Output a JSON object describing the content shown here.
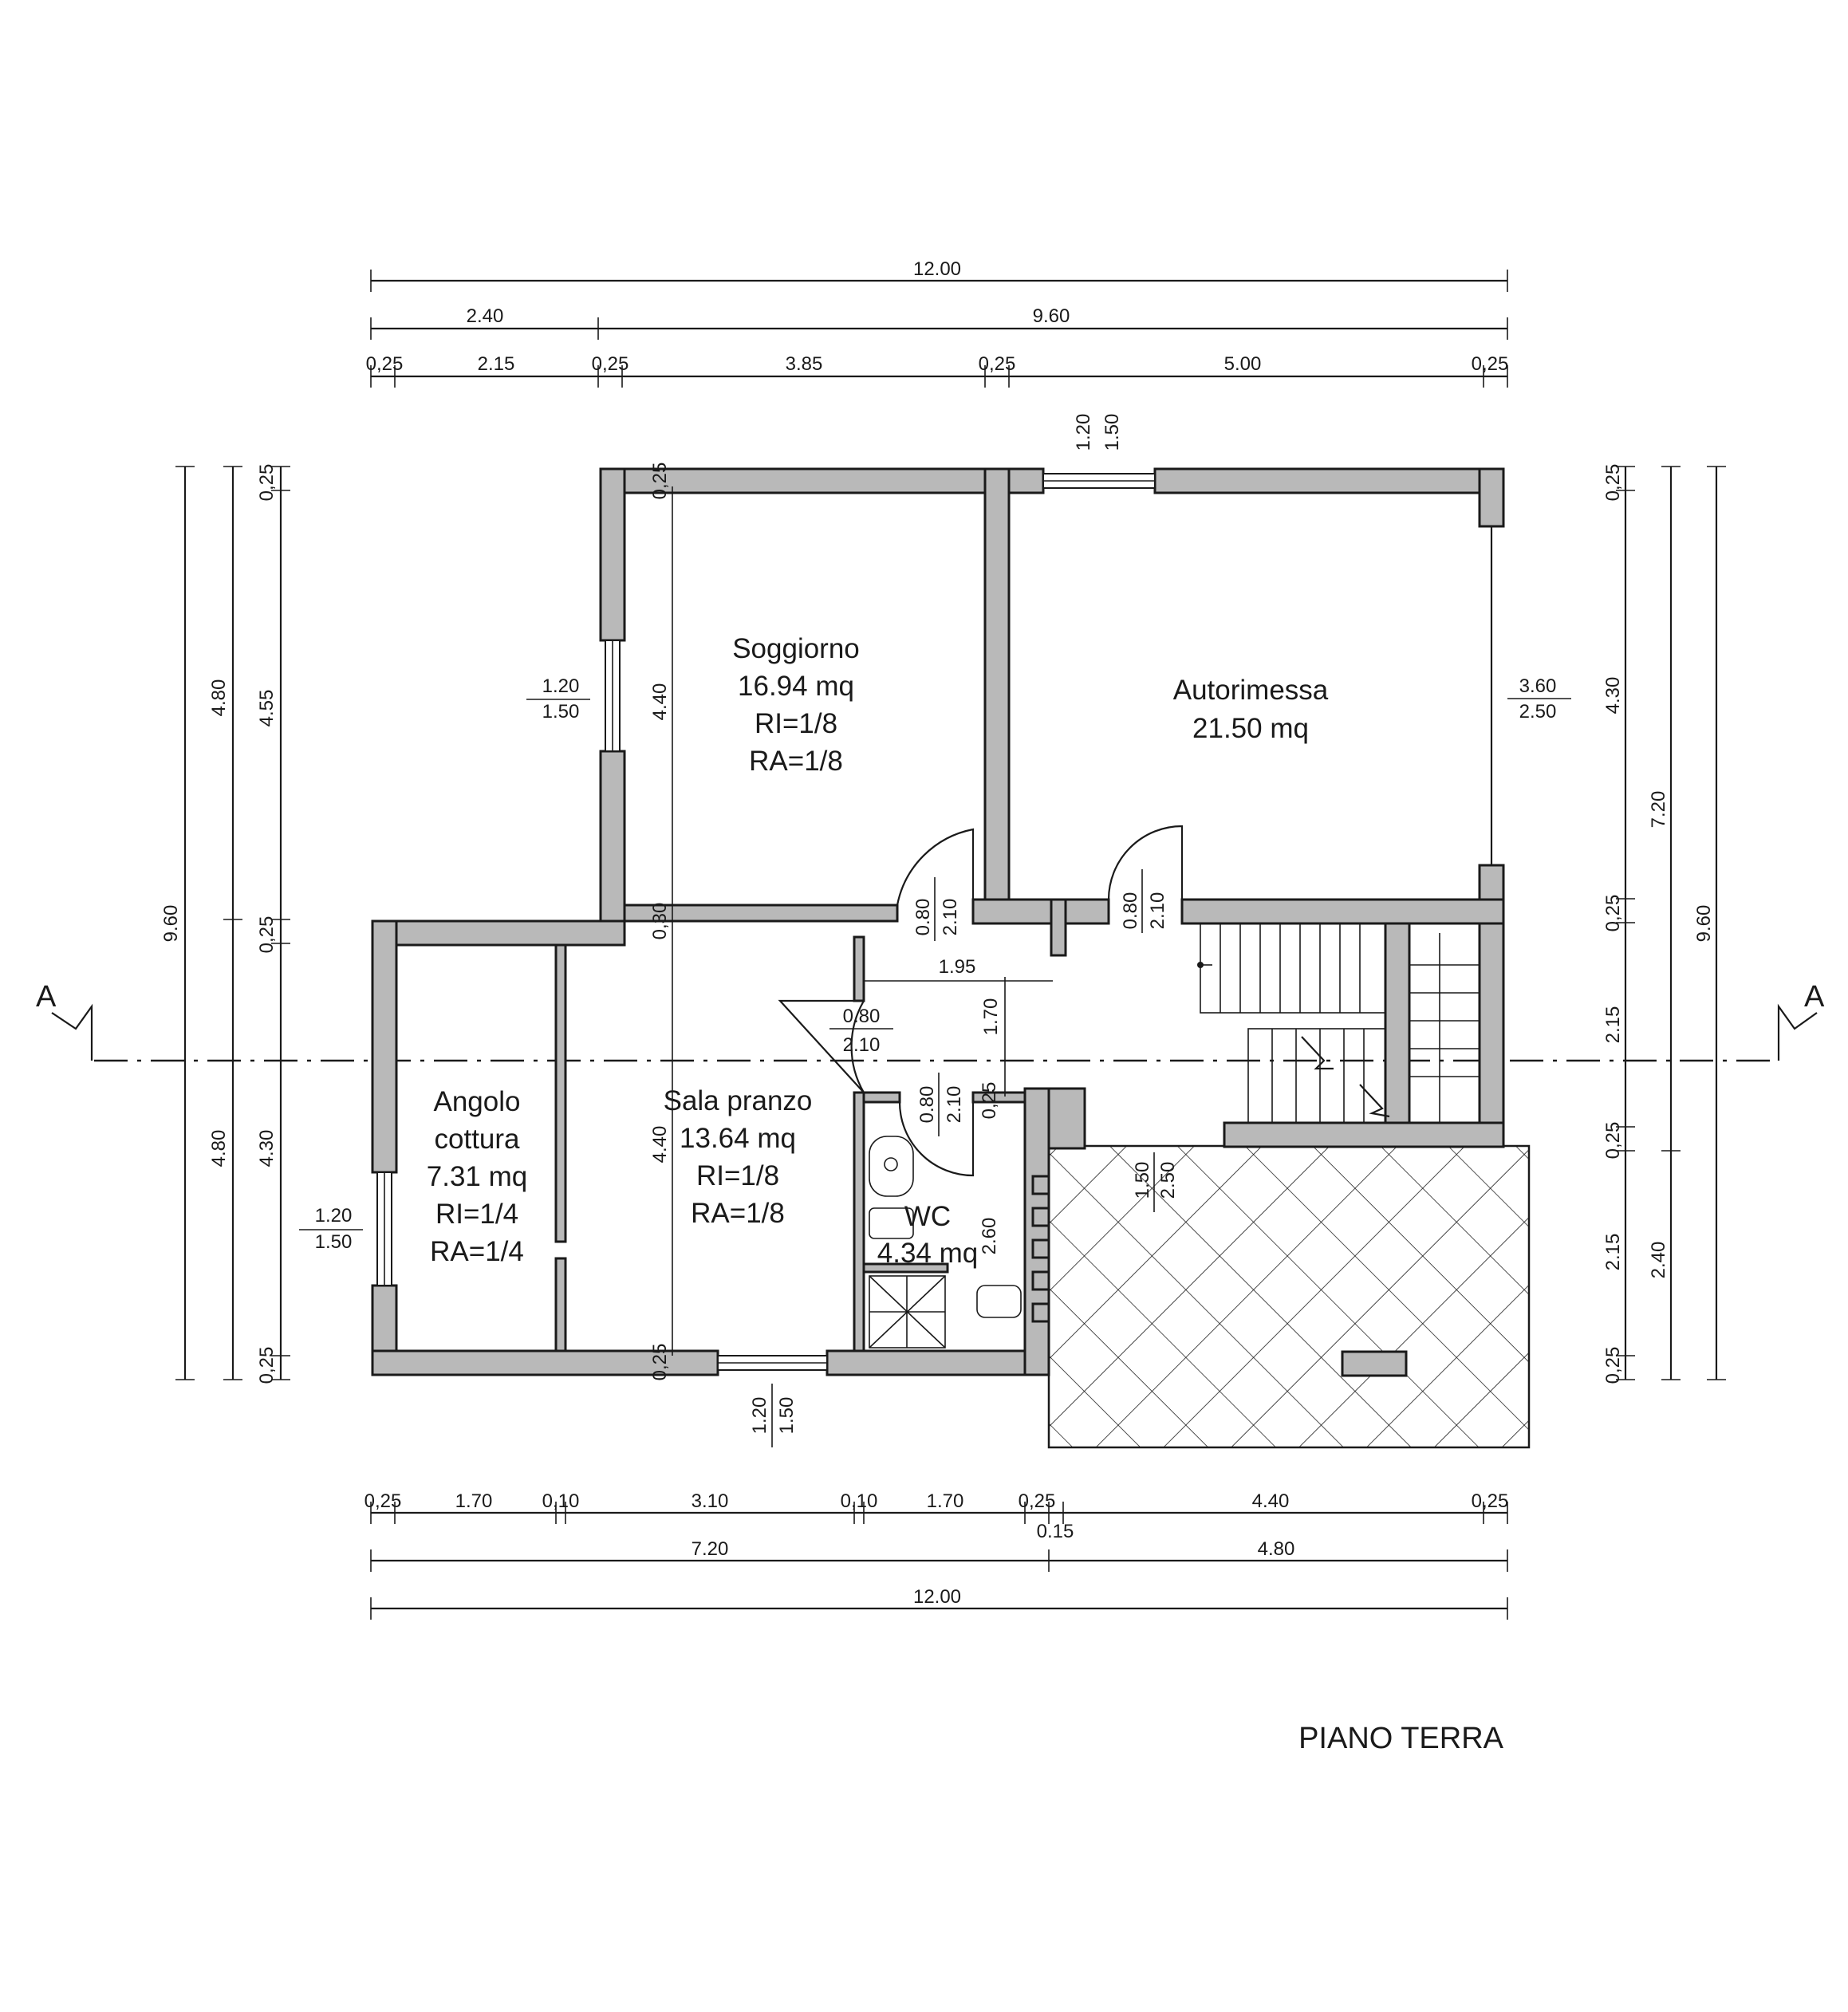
{
  "title": "PIANO TERRA",
  "section_mark": "A",
  "rooms": [
    {
      "name": "Soggiorno",
      "area": "16.94 mq",
      "ri": "RI=1/8",
      "ra": "RA=1/8"
    },
    {
      "name": "Autorimessa",
      "area": "21.50 mq"
    },
    {
      "name_line1": "Angolo",
      "name_line2": "cottura",
      "area": "7.31 mq",
      "ri": "RI=1/4",
      "ra": "RA=1/4"
    },
    {
      "name": "Sala pranzo",
      "area": "13.64 mq",
      "ri": "RI=1/8",
      "ra": "RA=1/8"
    },
    {
      "name": "WC",
      "area": "4.34 mq"
    }
  ],
  "dims": {
    "top_total": "12.00",
    "top_mid": [
      "2.40",
      "9.60"
    ],
    "top_detail": [
      "0,25",
      "2.15",
      "0,25",
      "3.85",
      "0,25",
      "5.00",
      "0,25"
    ],
    "bottom_detail": [
      "0,25",
      "1.70",
      "0,10",
      "3.10",
      "0,10",
      "1.70",
      "0,25",
      "4.40",
      "0,25"
    ],
    "bottom_extra": "0.15",
    "bottom_mid": [
      "7.20",
      "4.80"
    ],
    "bottom_total": "12.00",
    "left_outer": "9.60",
    "left_mid": [
      "4.80",
      "4.80"
    ],
    "left_inner": [
      "0,25",
      "4.55",
      "0,25",
      "4.30",
      "0,25"
    ],
    "right_outer": "9.60",
    "right_mid": [
      "7.20",
      "2.40"
    ],
    "right_inner": [
      "0,25",
      "4.30",
      "0,25",
      "2.15",
      "0,25",
      "2.15",
      "0,25"
    ],
    "interior_h": [
      "4.40",
      "4.40",
      "0,30",
      "0,25"
    ],
    "corridor_w": "1.95",
    "corridor_h": "1.70",
    "wc_h": "2.60",
    "terrace": [
      "1.50",
      "2.50"
    ]
  },
  "openings": {
    "win_top": [
      "1.20",
      "1.50"
    ],
    "win_left_upper": [
      "1.20",
      "1.50"
    ],
    "win_left_lower": [
      "1.20",
      "1.50"
    ],
    "win_bottom": [
      "1.20",
      "1.50"
    ],
    "garage_door": [
      "3.60",
      "2.50"
    ],
    "door_soggiorno": [
      "0.80",
      "2.10"
    ],
    "door_autorimessa": [
      "0.80",
      "2.10"
    ],
    "door_entrance": [
      "0.80",
      "2.10"
    ],
    "door_wc": [
      "0.80",
      "2.10"
    ]
  },
  "colors": {
    "wall_fill": "#b9b9b9",
    "ink": "#1a1a1a"
  }
}
